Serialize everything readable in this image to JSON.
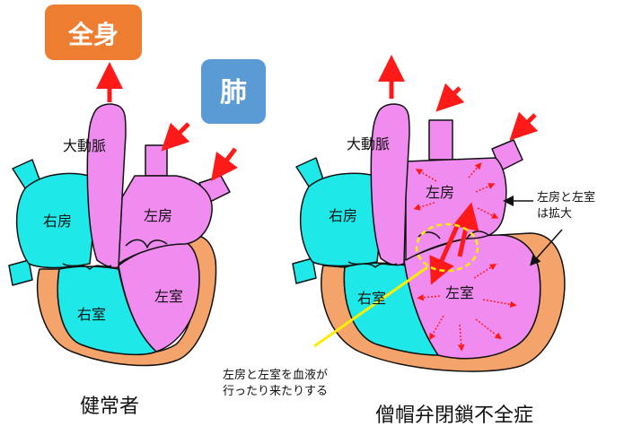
{
  "boxes": {
    "body": {
      "label": "全身",
      "color": "#ED7D31"
    },
    "lung": {
      "label": "肺",
      "color": "#5B9BD5"
    }
  },
  "colors": {
    "right_heart": "#1FE8E8",
    "left_heart": "#F08CF0",
    "muscle": "#F4A46A",
    "arrow": "#FF1A1A",
    "pointer_line": "#FFEE00",
    "outline": "#111111"
  },
  "healthy": {
    "aorta": "大動脈",
    "right_atrium": "右房",
    "left_atrium": "左房",
    "right_ventricle": "右室",
    "left_ventricle": "左室",
    "caption": "健常者"
  },
  "mr": {
    "aorta": "大動脈",
    "right_atrium": "右房",
    "left_atrium": "左房",
    "right_ventricle": "右室",
    "left_ventricle": "左室",
    "caption": "僧帽弁閉鎖不全症",
    "enlarged_note_line1": "左房と左室",
    "enlarged_note_line2": "は拡大",
    "flow_note_line1": "左房と左室を血液が",
    "flow_note_line2": "行ったり来たりする"
  }
}
